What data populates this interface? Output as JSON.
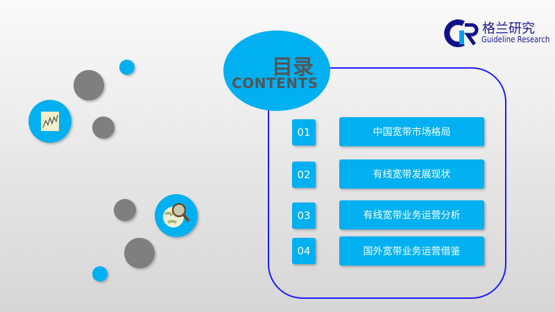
{
  "logo": {
    "mark": "GR",
    "name_cn": "格兰研究",
    "name_en": "Guideline Research"
  },
  "heading": {
    "title_cn": "目录",
    "title_en": "CONTENTS"
  },
  "items": [
    {
      "num": "01",
      "label": "中国宽带市场格局"
    },
    {
      "num": "02",
      "label": "有线宽带发展现状"
    },
    {
      "num": "03",
      "label": "有线宽带业务运营分析"
    },
    {
      "num": "04",
      "label": "国外宽带业务运营借鉴"
    }
  ],
  "colors": {
    "accent": "#00b0f0",
    "frame": "#1a1aff",
    "gray": "#7f7f7f"
  }
}
